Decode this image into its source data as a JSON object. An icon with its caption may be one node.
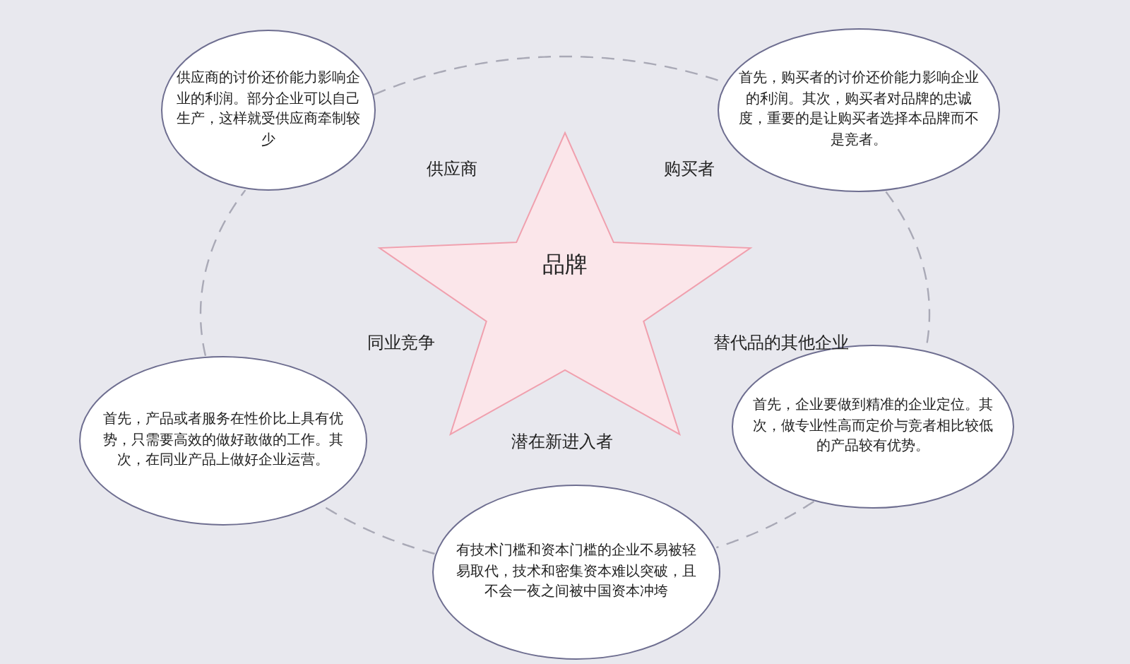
{
  "diagram": {
    "nodes": [
      {
        "text": [
          "供应商的讨价还价能力影响企业的利润。部分企业可以自己生产，这样就受供应商牵制较少"
        ]
      },
      {
        "text": [
          "首先，购买者的讨价还价能力影响企业的利润。其次，购买者对品牌的忠诚度，重要的是让购买者选择本品牌而不是竞者。"
        ]
      },
      {
        "text": [
          "品牌"
        ]
      },
      {
        "text": [
          "首先，产品或者服务在性价比上具有优势，只需要高效的做好敢做的工作。其次，在同业产品上做好企业运营。"
        ]
      },
      {
        "text": [
          "首先，企业要做到精准的企业定位。其次，做专业性高而定价与竞者相比较低的产品较有优势。"
        ]
      },
      {
        "text": [
          "有技术门槛和资本门槛的企业不易被轻易取代，技术和密集资本难以突破，且不会一夜之间被中国资本冲垮"
        ]
      }
    ],
    "edges": [
      {
        "from": 0,
        "to": 1,
        "arrow": "none",
        "style": "dashed"
      },
      {
        "from": 1,
        "to": 4,
        "arrow": "none",
        "style": "dashed"
      },
      {
        "from": 4,
        "to": 5,
        "arrow": "none",
        "style": "dashed"
      },
      {
        "from": 5,
        "to": 3,
        "arrow": "none",
        "style": "dashed"
      },
      {
        "from": 3,
        "to": 0,
        "arrow": "none",
        "style": "dashed"
      }
    ],
    "labels": [
      "供应商",
      "购买者",
      "同业竞争",
      "替代品的其他企业",
      "潜在新进入者"
    ]
  }
}
